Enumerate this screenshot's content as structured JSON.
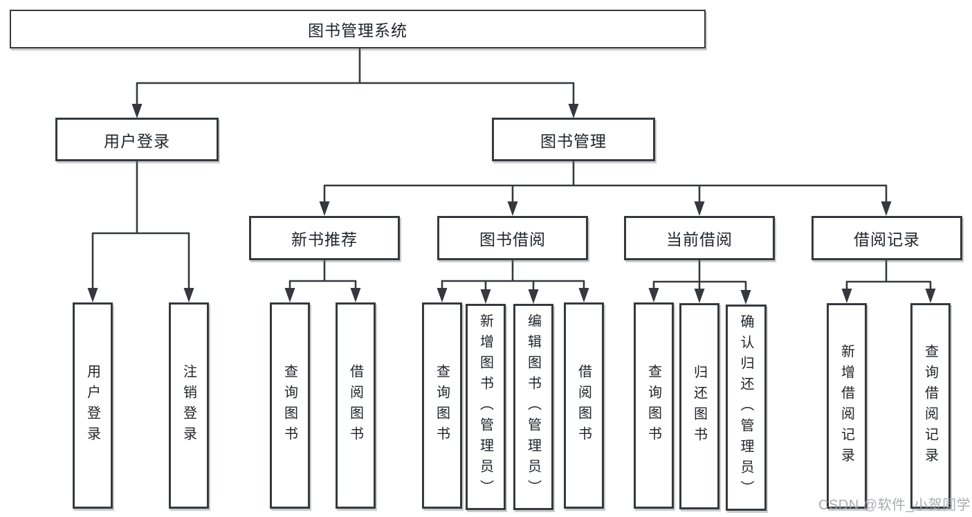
{
  "diagram": {
    "type": "hierarchy-tree",
    "nodes": {
      "root": "图书管理系统",
      "user_login": "用户登录",
      "book_mgmt": "图书管理",
      "new_book_rec": "新书推荐",
      "book_borrow": "图书借阅",
      "current_borrow": "当前借阅",
      "borrow_records": "借阅记录",
      "leaf_user_login": "用户登录",
      "leaf_logout": "注销登录",
      "leaf_query_book_1": "查询图书",
      "leaf_borrow_book_1": "借阅图书",
      "leaf_query_book_2": "查询图书",
      "leaf_add_book": "新增图书（管理员）",
      "leaf_edit_book": "编辑图书（管理员）",
      "leaf_borrow_book_2": "借阅图书",
      "leaf_query_book_3": "查询图书",
      "leaf_return_book": "归还图书",
      "leaf_confirm_return": "确认归还（管理员）",
      "leaf_add_record": "新增借阅记录",
      "leaf_query_record": "查询借阅记录"
    },
    "edges": [
      [
        "root",
        "user_login"
      ],
      [
        "root",
        "book_mgmt"
      ],
      [
        "user_login",
        "leaf_user_login"
      ],
      [
        "user_login",
        "leaf_logout"
      ],
      [
        "book_mgmt",
        "new_book_rec"
      ],
      [
        "book_mgmt",
        "book_borrow"
      ],
      [
        "book_mgmt",
        "current_borrow"
      ],
      [
        "book_mgmt",
        "borrow_records"
      ],
      [
        "new_book_rec",
        "leaf_query_book_1"
      ],
      [
        "new_book_rec",
        "leaf_borrow_book_1"
      ],
      [
        "book_borrow",
        "leaf_query_book_2"
      ],
      [
        "book_borrow",
        "leaf_add_book"
      ],
      [
        "book_borrow",
        "leaf_edit_book"
      ],
      [
        "book_borrow",
        "leaf_borrow_book_2"
      ],
      [
        "current_borrow",
        "leaf_query_book_3"
      ],
      [
        "current_borrow",
        "leaf_return_book"
      ],
      [
        "current_borrow",
        "leaf_confirm_return"
      ],
      [
        "borrow_records",
        "leaf_add_record"
      ],
      [
        "borrow_records",
        "leaf_query_record"
      ]
    ],
    "colors": {
      "ink": "#35393d",
      "text": "#212429",
      "background": "#ffffff",
      "watermark": "#9ea3aa"
    }
  },
  "watermark": "CSDN @软件_小贺同学"
}
